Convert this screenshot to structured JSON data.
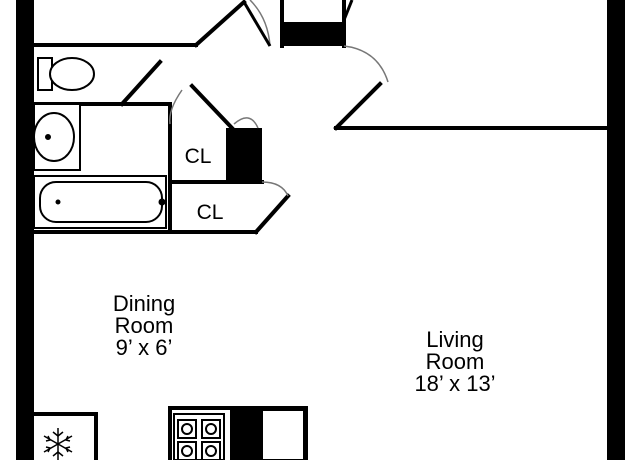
{
  "floorplan": {
    "closet_upper": "CL",
    "closet_lower": "CL",
    "dining": {
      "name_line1": "Dining",
      "name_line2": "Room",
      "dims": "9’ x 6’"
    },
    "living": {
      "name_line1": "Living",
      "name_line2": "Room",
      "dims": "18’ x 13’"
    },
    "fixtures": [
      "toilet-icon",
      "sink-icon",
      "bathtub-icon",
      "stove-icon",
      "fridge-icon",
      "snowflake-icon",
      "door-swing-icon"
    ],
    "colors": {
      "wall": "#000000",
      "background": "#ffffff"
    }
  }
}
